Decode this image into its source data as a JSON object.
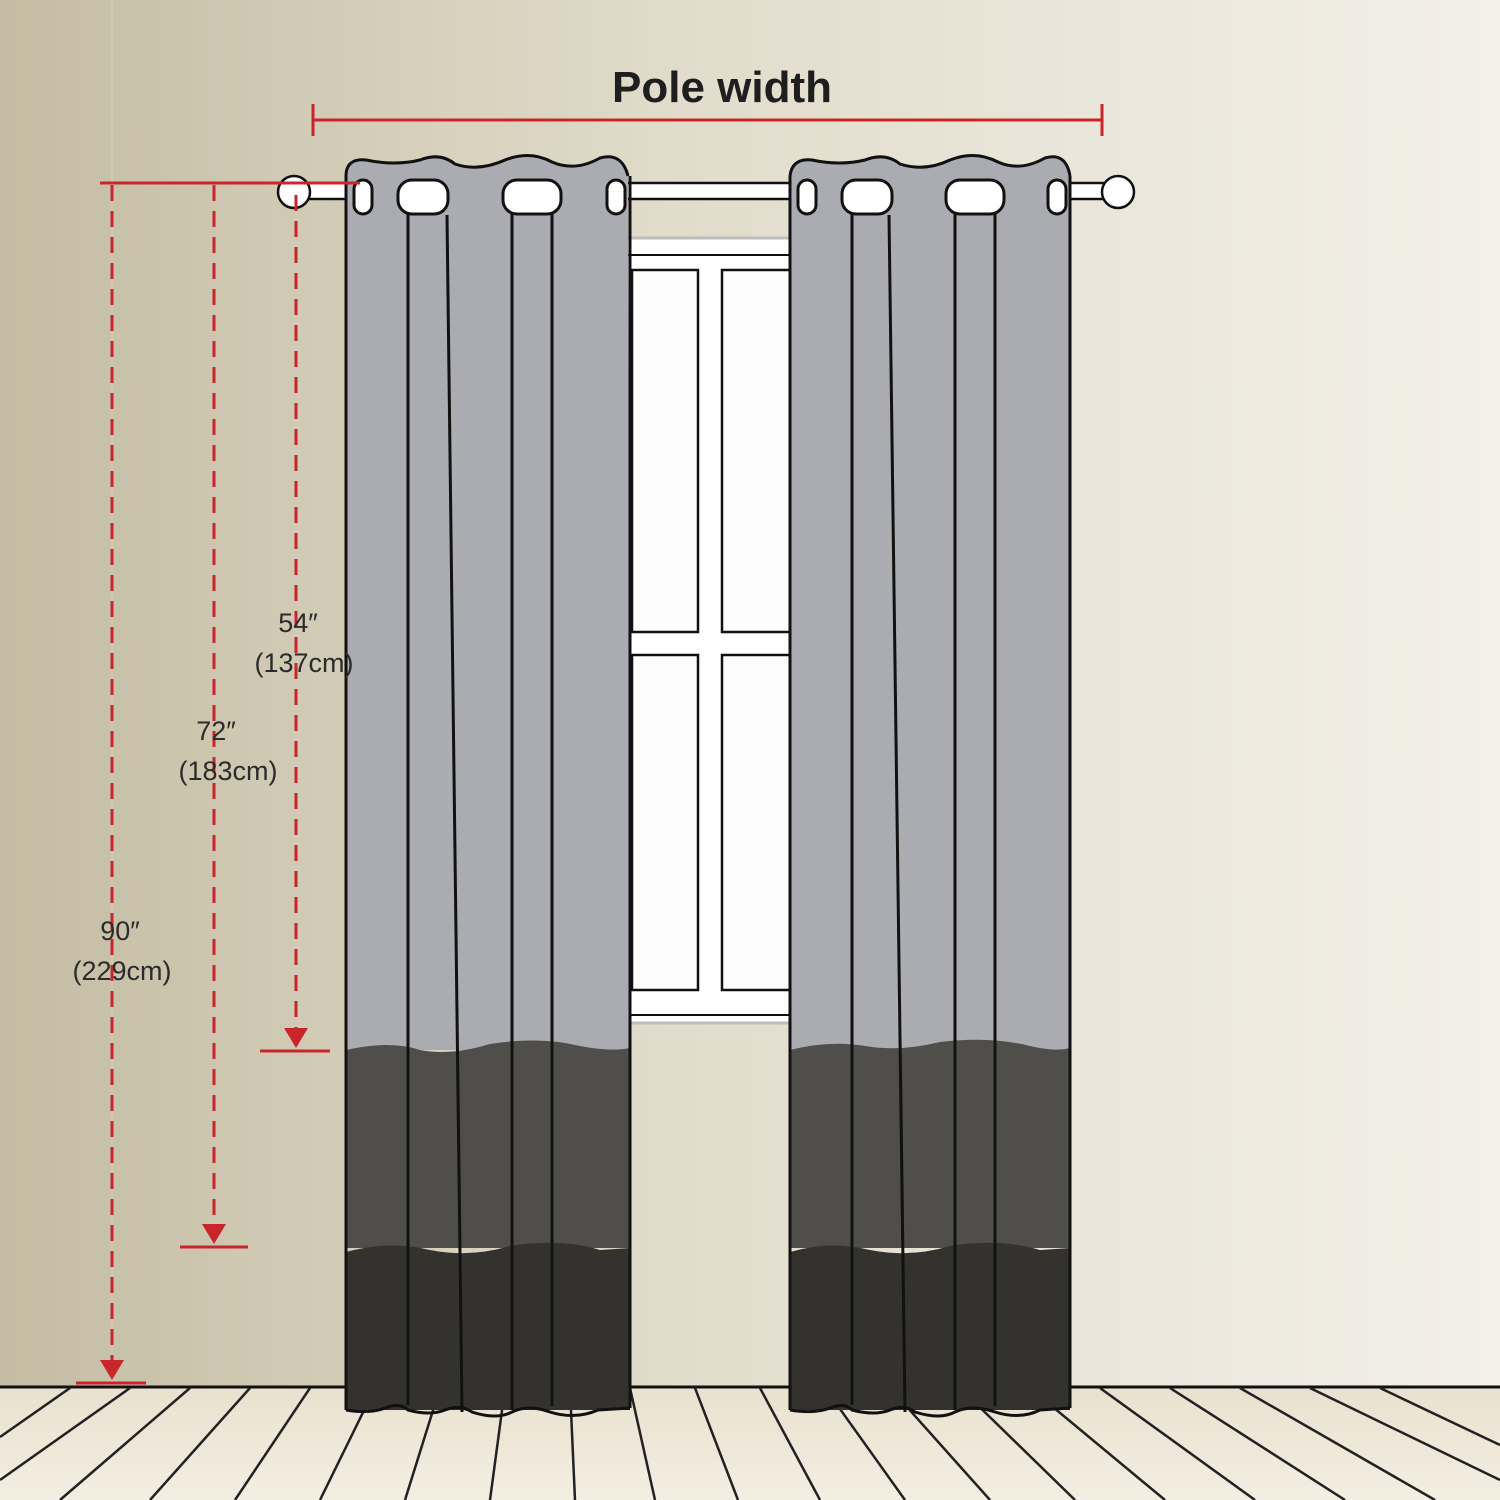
{
  "diagram": {
    "title": "Pole width",
    "measurements": [
      {
        "id": "54",
        "inches": "54″",
        "cm": "(137cm)"
      },
      {
        "id": "72",
        "inches": "72″",
        "cm": "(183cm)"
      },
      {
        "id": "90",
        "inches": "90″",
        "cm": "(229cm)"
      }
    ]
  },
  "colors": {
    "wall_left": "#c7bfa6",
    "wall_right": "#f2efe6",
    "floor": "#efe8d8",
    "curtain_light": "#abacb1",
    "curtain_mid": "#4f4e4a",
    "curtain_dark": "#33322f",
    "measure_red": "#c8262b",
    "window_frame": "#ffffff",
    "outline": "#111111"
  }
}
